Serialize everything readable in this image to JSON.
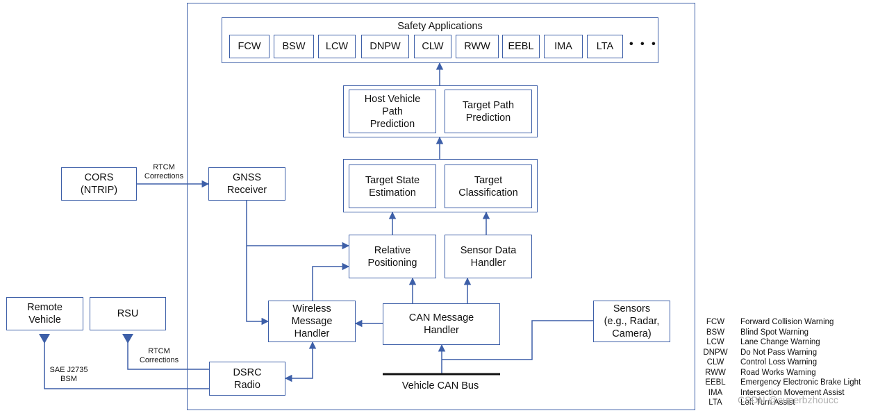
{
  "safety_applications": {
    "title": "Safety Applications",
    "apps": [
      "FCW",
      "BSW",
      "LCW",
      "DNPW",
      "CLW",
      "RWW",
      "EEBL",
      "IMA",
      "LTA"
    ],
    "ellipsis": "• • •"
  },
  "path_prediction": {
    "host": "Host Vehicle\nPath\nPrediction",
    "target": "Target Path\nPrediction"
  },
  "target_processing": {
    "state_estimation": "Target State\nEstimation",
    "classification": "Target\nClassification"
  },
  "relative_positioning": "Relative\nPositioning",
  "sensor_data_handler": "Sensor Data\nHandler",
  "gnss_receiver": "GNSS\nReceiver",
  "cors": "CORS\n(NTRIP)",
  "rtcm_corrections_top": "RTCM\nCorrections",
  "wireless_message_handler": "Wireless\nMessage\nHandler",
  "can_message_handler": "CAN Message\nHandler",
  "sensors": "Sensors\n(e.g., Radar,\nCamera)",
  "remote_vehicle": "Remote\nVehicle",
  "rsu": "RSU",
  "rtcm_corrections_bottom": "RTCM\nCorrections",
  "sae_bsm": "SAE J2735\nBSM",
  "dsrc_radio": "DSRC\nRadio",
  "vehicle_can_bus": "Vehicle CAN Bus",
  "legend": [
    {
      "abbr": "FCW",
      "full": "Forward Collision Warning"
    },
    {
      "abbr": "BSW",
      "full": "Blind Spot Warning"
    },
    {
      "abbr": "LCW",
      "full": "Lane Change Warning"
    },
    {
      "abbr": "DNPW",
      "full": "Do Not Pass Warning"
    },
    {
      "abbr": "CLW",
      "full": "Control Loss Warning"
    },
    {
      "abbr": "RWW",
      "full": "Road Works Warning"
    },
    {
      "abbr": "EEBL",
      "full": "Emergency Electronic Brake Light"
    },
    {
      "abbr": "IMA",
      "full": "Intersection Movement Assist"
    },
    {
      "abbr": "LTA",
      "full": "Left Turn Assist"
    }
  ],
  "watermark": "CSDN @superbzhoucc",
  "colors": {
    "line": "#3d5fa8"
  }
}
